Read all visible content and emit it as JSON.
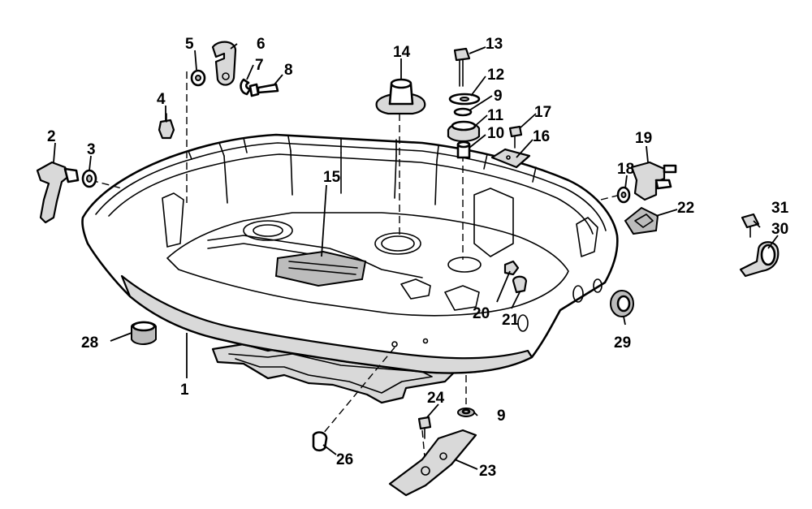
{
  "diagram": {
    "callouts": [
      {
        "id": "c1",
        "label": "1"
      },
      {
        "id": "c2",
        "label": "2"
      },
      {
        "id": "c3",
        "label": "3"
      },
      {
        "id": "c4",
        "label": "4"
      },
      {
        "id": "c5",
        "label": "5"
      },
      {
        "id": "c6",
        "label": "6"
      },
      {
        "id": "c7",
        "label": "7"
      },
      {
        "id": "c8",
        "label": "8"
      },
      {
        "id": "c9a",
        "label": "9"
      },
      {
        "id": "c9b",
        "label": "9"
      },
      {
        "id": "c10",
        "label": "10"
      },
      {
        "id": "c11",
        "label": "11"
      },
      {
        "id": "c12",
        "label": "12"
      },
      {
        "id": "c13",
        "label": "13"
      },
      {
        "id": "c14",
        "label": "14"
      },
      {
        "id": "c15",
        "label": "15"
      },
      {
        "id": "c16",
        "label": "16"
      },
      {
        "id": "c17",
        "label": "17"
      },
      {
        "id": "c18",
        "label": "18"
      },
      {
        "id": "c19",
        "label": "19"
      },
      {
        "id": "c20",
        "label": "20"
      },
      {
        "id": "c21",
        "label": "21"
      },
      {
        "id": "c22",
        "label": "22"
      },
      {
        "id": "c23",
        "label": "23"
      },
      {
        "id": "c24",
        "label": "24"
      },
      {
        "id": "c26",
        "label": "26"
      },
      {
        "id": "c28",
        "label": "28"
      },
      {
        "id": "c29",
        "label": "29"
      },
      {
        "id": "c30",
        "label": "30"
      },
      {
        "id": "c31",
        "label": "31"
      }
    ]
  }
}
